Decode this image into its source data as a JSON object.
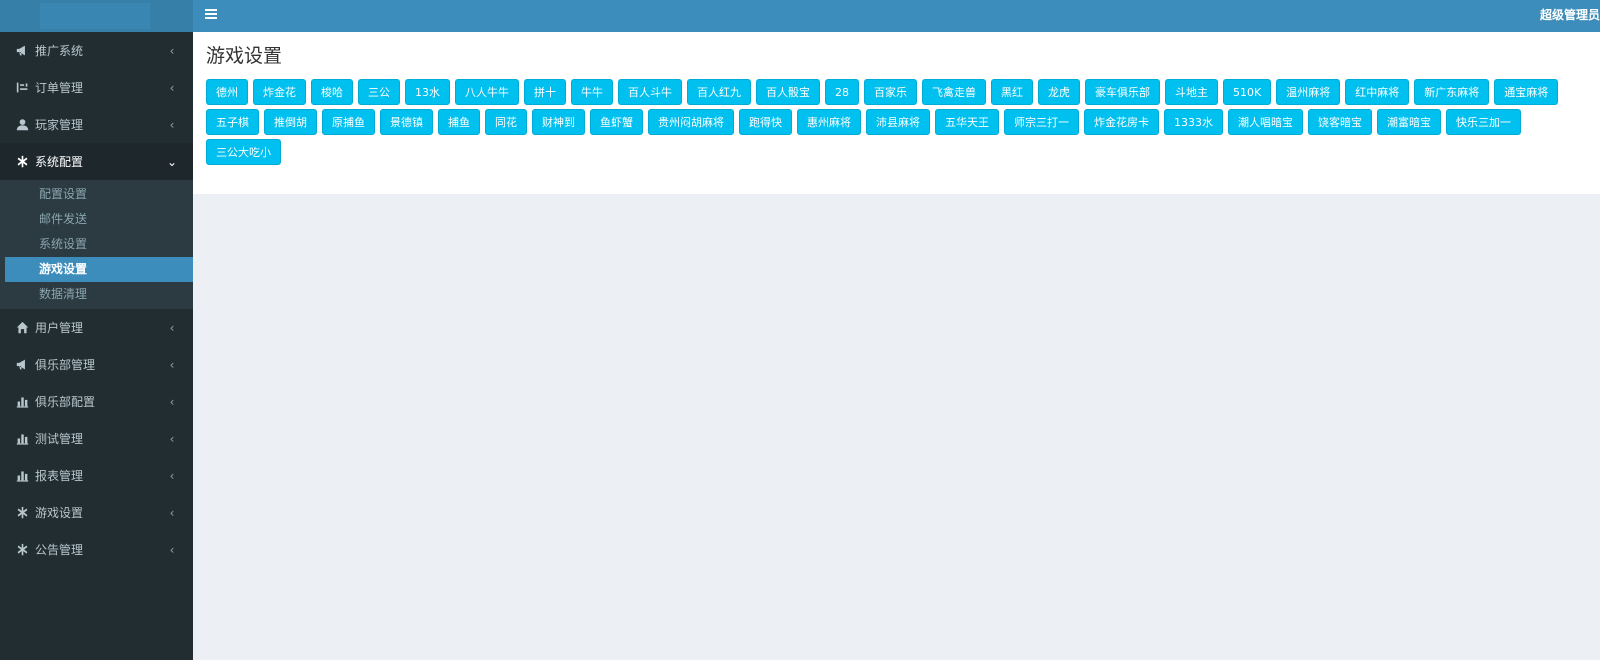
{
  "header": {
    "user": "超级管理员"
  },
  "sidebar": {
    "items": [
      {
        "label": "推广系统",
        "icon": "bullhorn-icon",
        "name": "sidebar-item-promotion",
        "chevron": "‹"
      },
      {
        "label": "订单管理",
        "icon": "tasks-icon",
        "name": "sidebar-item-orders",
        "chevron": "‹"
      },
      {
        "label": "玩家管理",
        "icon": "user-icon",
        "name": "sidebar-item-players",
        "chevron": "‹"
      },
      {
        "label": "系统配置",
        "icon": "asterisk-icon",
        "name": "sidebar-item-system-config",
        "chevron": "⌄",
        "active": true
      },
      {
        "label": "用户管理",
        "icon": "home-icon",
        "name": "sidebar-item-users",
        "chevron": "‹"
      },
      {
        "label": "俱乐部管理",
        "icon": "bullhorn-icon",
        "name": "sidebar-item-club-manage",
        "chevron": "‹"
      },
      {
        "label": "俱乐部配置",
        "icon": "bar-chart-icon",
        "name": "sidebar-item-club-config",
        "chevron": "‹"
      },
      {
        "label": "测试管理",
        "icon": "bar-chart-icon",
        "name": "sidebar-item-test",
        "chevron": "‹"
      },
      {
        "label": "报表管理",
        "icon": "bar-chart-icon",
        "name": "sidebar-item-reports",
        "chevron": "‹"
      },
      {
        "label": "游戏设置",
        "icon": "asterisk-icon",
        "name": "sidebar-item-game-settings",
        "chevron": "‹"
      },
      {
        "label": "公告管理",
        "icon": "asterisk-icon",
        "name": "sidebar-item-announcements",
        "chevron": "‹"
      }
    ],
    "submenu": [
      {
        "label": "配置设置"
      },
      {
        "label": "邮件发送"
      },
      {
        "label": "系统设置"
      },
      {
        "label": "游戏设置",
        "active": true
      },
      {
        "label": "数据清理"
      }
    ]
  },
  "main": {
    "title": "游戏设置",
    "games": [
      "德州",
      "炸金花",
      "梭哈",
      "三公",
      "13水",
      "八人牛牛",
      "拼十",
      "牛牛",
      "百人斗牛",
      "百人红九",
      "百人骰宝",
      "28",
      "百家乐",
      "飞禽走兽",
      "黑红",
      "龙虎",
      "豪车俱乐部",
      "斗地主",
      "510K",
      "温州麻将",
      "红中麻将",
      "新广东麻将",
      "通宝麻将",
      "五子棋",
      "推倒胡",
      "原捕鱼",
      "景德镇",
      "捕鱼",
      "同花",
      "财神到",
      "鱼虾蟹",
      "贵州闷胡麻将",
      "跑得快",
      "惠州麻将",
      "沛县麻将",
      "五华天王",
      "师宗三打一",
      "炸金花房卡",
      "1333水",
      "潮人唱暗宝",
      "饶客暗宝",
      "潮富暗宝",
      "快乐三加一",
      "三公大吃小"
    ]
  },
  "colors": {
    "header": "#3c8dbc",
    "logo": "#367fa9",
    "sidebar": "#222d32",
    "button": "#00c0ef"
  }
}
